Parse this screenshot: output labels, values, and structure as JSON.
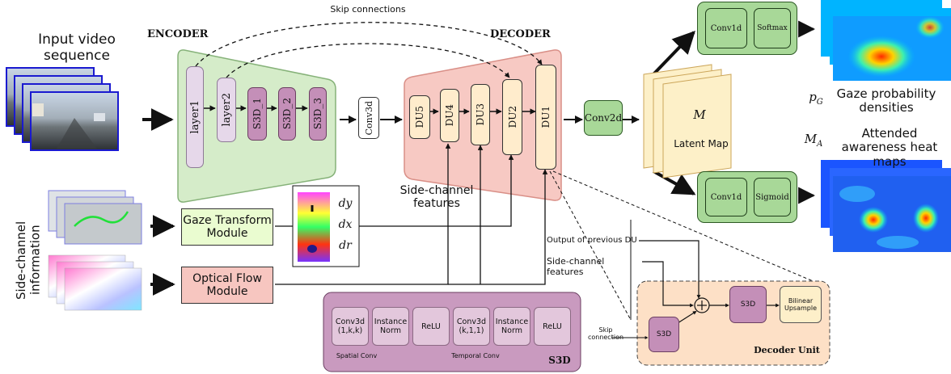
{
  "labels": {
    "input": "Input video sequence",
    "encoder": "ENCODER",
    "decoder": "DECODER",
    "skip_connections": "Skip connections",
    "side_channel_info": "Side-channel information",
    "side_channel_features": "Side-channel features",
    "output_prev_du": "Output of previous DU",
    "side_channel_features_small": "Side-channel features",
    "skip_connection_small": "Skip connection",
    "latent_symbol": "M",
    "latent_map": "Latent Map",
    "pg_symbol": "p_G",
    "gaze_prob": "Gaze probability densities",
    "ma_symbol": "M_A",
    "attended": "Attended awareness heat maps",
    "spatial_conv": "Spatial Conv",
    "temporal_conv": "Temporal Conv",
    "s3d_title": "S3D",
    "decoder_unit": "Decoder Unit",
    "dy": "dy",
    "dx": "dx",
    "dr": "dr"
  },
  "encoder_layers": [
    "layer1",
    "layer2",
    "S3D_1",
    "S3D_2",
    "S3D_3"
  ],
  "conv3d": "Conv3d",
  "decoder_units": [
    "DU5",
    "DU4",
    "DU3",
    "DU2",
    "DU1"
  ],
  "conv2d": "Conv2d",
  "head_top": [
    "Conv1d",
    "Softmax"
  ],
  "head_bottom": [
    "Conv1d",
    "Sigmoid"
  ],
  "modules": {
    "gaze_transform": "Gaze Transform Module",
    "optical_flow": "Optical Flow Module"
  },
  "s3d_blocks": [
    "Conv3d (1,k,k)",
    "Instance Norm",
    "ReLU",
    "Conv3d (k,1,1)",
    "Instance Norm",
    "ReLU"
  ],
  "decoder_unit_blocks": {
    "s3d_a": "S3D",
    "s3d_b": "S3D",
    "bilinear": "Bilinear Upsample"
  },
  "colors": {
    "encoder_bg": "#d5ecc9",
    "decoder_bg": "#f7c9c3",
    "layer": "#e6d8ea",
    "s3d": "#c48fb8",
    "du": "#ffeccc",
    "green": "#a8d898",
    "gaze_module": "#eafcd0",
    "flow_module": "#f7c6c0",
    "s3d_panel": "#c99abf",
    "decoder_unit_panel": "#fde0c6",
    "latent": "#fdf0c8"
  }
}
